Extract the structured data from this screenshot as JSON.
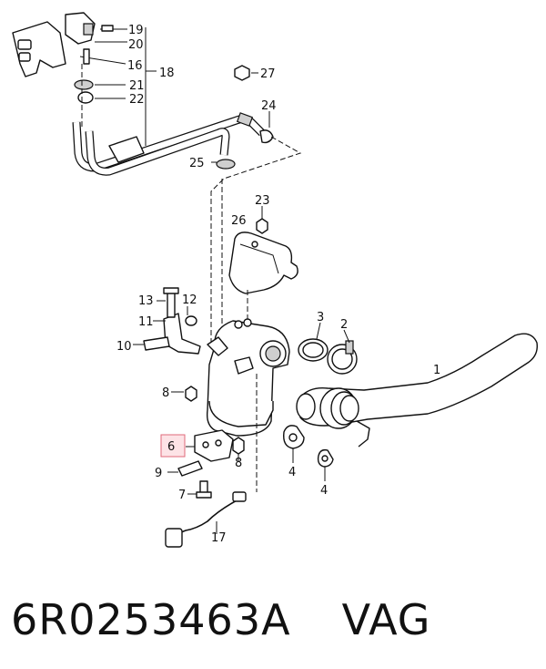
{
  "callouts": {
    "c1": "1",
    "c2": "2",
    "c3": "3",
    "c4a": "4",
    "c4b": "4",
    "c6": "6",
    "c7": "7",
    "c8a": "8",
    "c8b": "8",
    "c9": "9",
    "c10": "10",
    "c11": "11",
    "c12": "12",
    "c13": "13",
    "c16": "16",
    "c17": "17",
    "c18": "18",
    "c19": "19",
    "c20": "20",
    "c21": "21",
    "c22": "22",
    "c23": "23",
    "c24": "24",
    "c25": "25",
    "c26": "26",
    "c27": "27"
  },
  "highlighted_callout": "6",
  "caption": {
    "part_number": "6R0253463A",
    "brand": "VAG"
  },
  "colors": {
    "highlight_fill": "#fde3e6",
    "highlight_stroke": "#e06a7a"
  }
}
